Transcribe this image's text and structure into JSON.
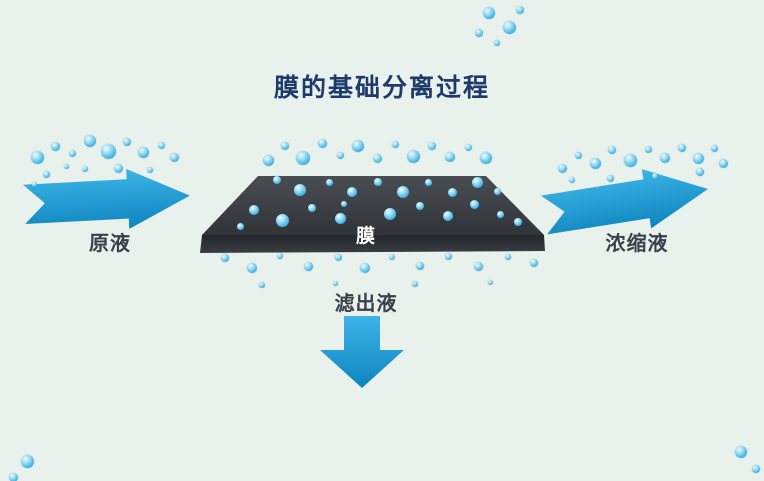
{
  "title": "膜的基础分离过程",
  "labels": {
    "feed": "原液",
    "membrane": "膜",
    "concentrate": "浓缩液",
    "permeate": "滤出液"
  },
  "colors": {
    "background": "#e9f1ec",
    "title_text": "#1d3a6d",
    "label_text": "#39404a",
    "membrane_label_text": "#ffffff",
    "arrow_blue_light": "#3cb4e6",
    "arrow_blue_dark": "#0e84bf",
    "membrane_light": "#4a4e52",
    "membrane_dark": "#303438",
    "membrane_front": "#22262a",
    "bubble_highlight": "#f2fbff",
    "bubble_blue": "#1a90c8"
  },
  "bubbles": [
    [
      489,
      13,
      12
    ],
    [
      509,
      27,
      13
    ],
    [
      479,
      33,
      8
    ],
    [
      497,
      43,
      6
    ],
    [
      520,
      10,
      8
    ],
    [
      37,
      157,
      13
    ],
    [
      55,
      146,
      9
    ],
    [
      72,
      153,
      7
    ],
    [
      90,
      141,
      12
    ],
    [
      108,
      151,
      15
    ],
    [
      127,
      142,
      8
    ],
    [
      143,
      152,
      11
    ],
    [
      161,
      145,
      7
    ],
    [
      174,
      157,
      9
    ],
    [
      46,
      174,
      7
    ],
    [
      85,
      169,
      6
    ],
    [
      118,
      168,
      9
    ],
    [
      150,
      170,
      6
    ],
    [
      34,
      184,
      5
    ],
    [
      66,
      166,
      5
    ],
    [
      268,
      160,
      11
    ],
    [
      285,
      146,
      8
    ],
    [
      303,
      158,
      14
    ],
    [
      322,
      143,
      9
    ],
    [
      340,
      155,
      7
    ],
    [
      358,
      146,
      12
    ],
    [
      377,
      158,
      9
    ],
    [
      395,
      144,
      7
    ],
    [
      413,
      156,
      13
    ],
    [
      432,
      146,
      8
    ],
    [
      450,
      157,
      10
    ],
    [
      468,
      147,
      7
    ],
    [
      486,
      158,
      12
    ],
    [
      277,
      180,
      8
    ],
    [
      300,
      190,
      12
    ],
    [
      329,
      182,
      7
    ],
    [
      352,
      192,
      10
    ],
    [
      378,
      182,
      8
    ],
    [
      403,
      192,
      12
    ],
    [
      428,
      182,
      7
    ],
    [
      452,
      192,
      9
    ],
    [
      477,
      182,
      11
    ],
    [
      497,
      191,
      7
    ],
    [
      254,
      210,
      10
    ],
    [
      282,
      220,
      13
    ],
    [
      312,
      208,
      8
    ],
    [
      340,
      218,
      11
    ],
    [
      390,
      214,
      12
    ],
    [
      420,
      206,
      8
    ],
    [
      448,
      216,
      10
    ],
    [
      474,
      204,
      9
    ],
    [
      500,
      214,
      7
    ],
    [
      240,
      226,
      7
    ],
    [
      518,
      222,
      8
    ],
    [
      344,
      204,
      6
    ],
    [
      225,
      258,
      8
    ],
    [
      252,
      268,
      10
    ],
    [
      280,
      256,
      6
    ],
    [
      308,
      266,
      9
    ],
    [
      338,
      257,
      7
    ],
    [
      365,
      268,
      10
    ],
    [
      392,
      257,
      6
    ],
    [
      420,
      266,
      8
    ],
    [
      448,
      256,
      7
    ],
    [
      478,
      266,
      9
    ],
    [
      508,
      257,
      6
    ],
    [
      534,
      263,
      8
    ],
    [
      262,
      285,
      6
    ],
    [
      335,
      283,
      5
    ],
    [
      415,
      284,
      6
    ],
    [
      490,
      282,
      5
    ],
    [
      562,
      168,
      9
    ],
    [
      578,
      155,
      7
    ],
    [
      595,
      163,
      11
    ],
    [
      612,
      150,
      8
    ],
    [
      630,
      160,
      13
    ],
    [
      648,
      149,
      7
    ],
    [
      665,
      158,
      10
    ],
    [
      682,
      148,
      8
    ],
    [
      698,
      158,
      11
    ],
    [
      714,
      148,
      7
    ],
    [
      723,
      163,
      9
    ],
    [
      572,
      180,
      6
    ],
    [
      610,
      178,
      7
    ],
    [
      655,
      176,
      6
    ],
    [
      700,
      172,
      8
    ],
    [
      27,
      461,
      13
    ],
    [
      13,
      477,
      9
    ],
    [
      741,
      452,
      12
    ],
    [
      756,
      469,
      8
    ]
  ]
}
